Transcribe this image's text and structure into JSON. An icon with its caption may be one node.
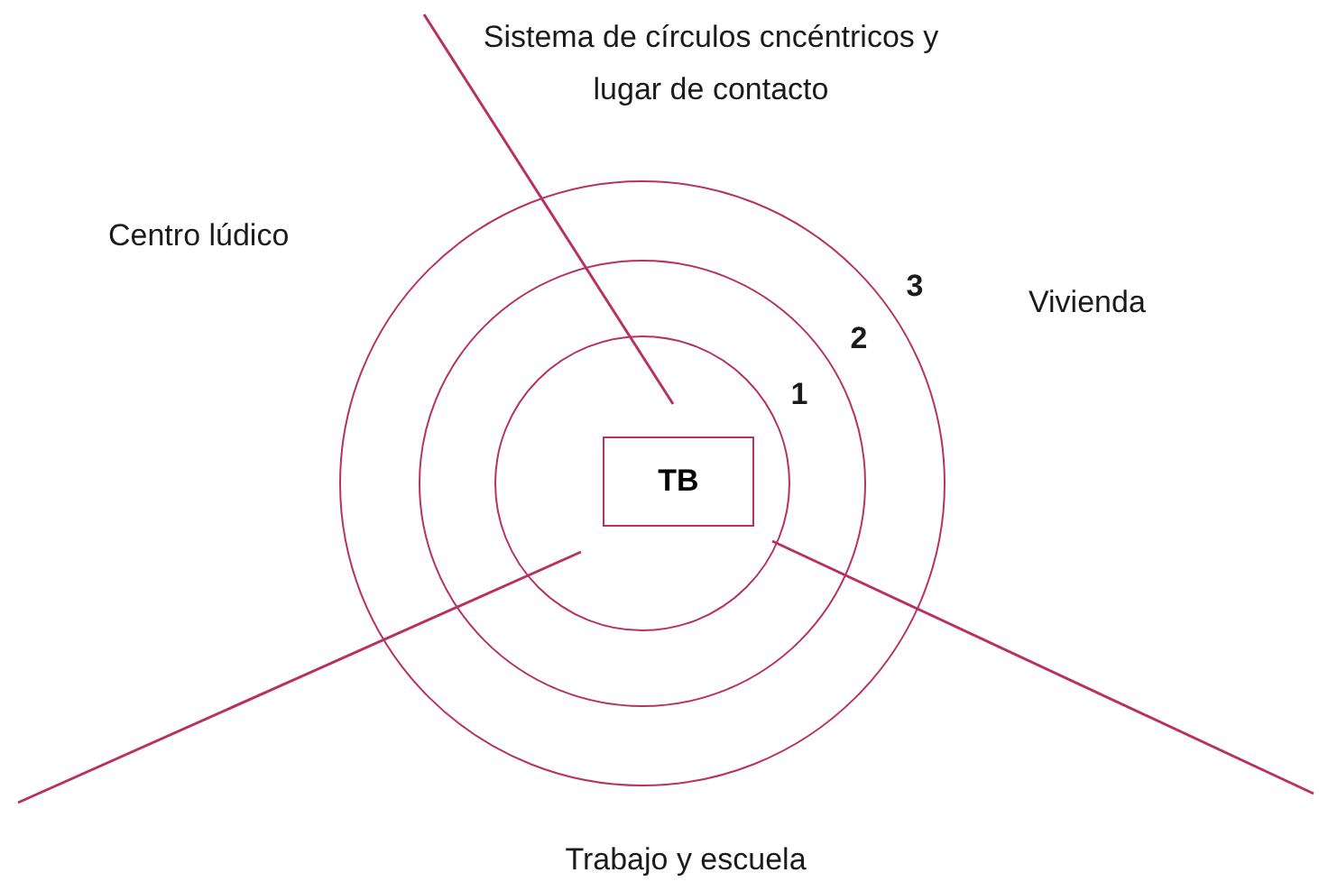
{
  "diagram": {
    "title": "Sistema de círculos cncéntricos y lugar de contacto",
    "nodes": [
      {
        "text": [],
        "shape": "circle"
      },
      {
        "text": [],
        "shape": "circle",
        "in": 0
      },
      {
        "text": [],
        "shape": "circle",
        "in": 1
      },
      {
        "text": [
          "TB"
        ],
        "in": 2
      }
    ],
    "labels": [
      "Centro lúdico",
      "3",
      "Vivienda",
      "2",
      "1",
      "Trabajo y escuela"
    ]
  }
}
